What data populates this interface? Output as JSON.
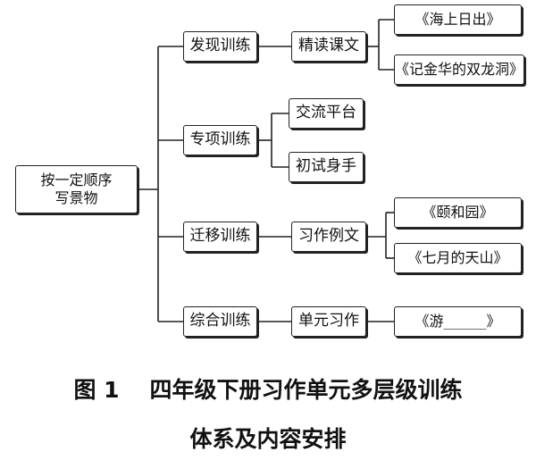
{
  "root": {
    "line1": "按一定顺序",
    "line2": "写景物"
  },
  "branches": [
    {
      "label": "发现训练",
      "mid": "精读课文",
      "leaves": [
        "《海上日出》",
        "《记金华的双龙洞》"
      ]
    },
    {
      "label": "专项训练",
      "mid": null,
      "leaves": [
        "交流平台",
        "初试身手"
      ]
    },
    {
      "label": "迁移训练",
      "mid": "习作例文",
      "leaves": [
        "《颐和园》",
        "《七月的天山》"
      ]
    },
    {
      "label": "综合训练",
      "mid": "单元习作",
      "leaves": [
        "《游______》"
      ]
    }
  ],
  "caption": {
    "fig": "图 1",
    "line1": "四年级下册习作单元多层级训练",
    "line2": "体系及内容安排"
  }
}
